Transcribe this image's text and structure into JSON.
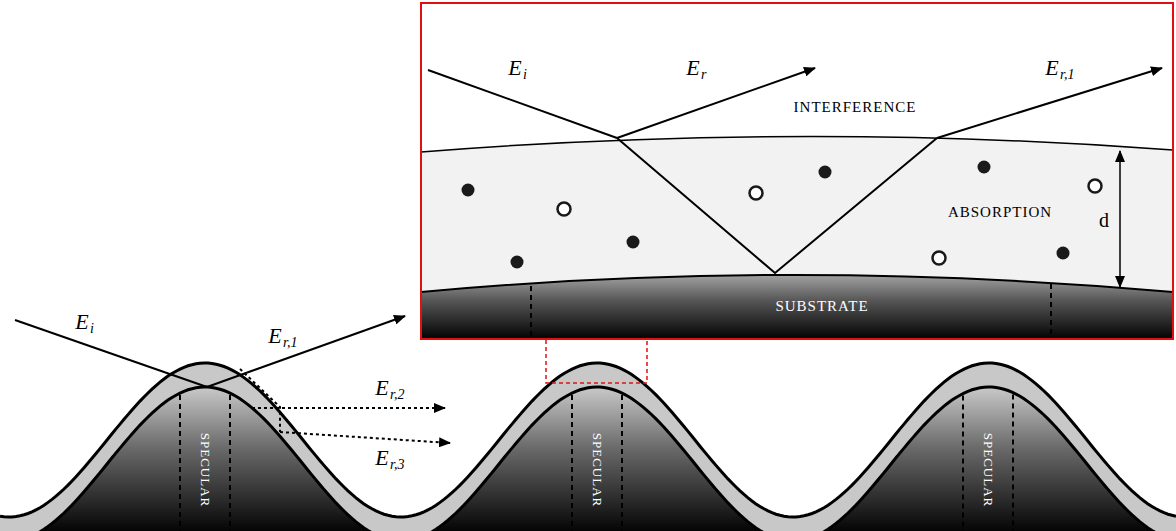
{
  "diagram": {
    "nodes": [
      {
        "text": [
          "ABSORPTION"
        ]
      },
      {
        "text": [
          "SUBSTRATE"
        ]
      }
    ],
    "labels": [
      "E",
      "i",
      "E",
      "r",
      "E",
      "r,1",
      "INTERFERENCE",
      "d",
      "E",
      "i",
      "E",
      "r,1",
      "E",
      "r,2",
      "E",
      "r,3",
      "SPECULAR",
      "SPECULAR",
      "SPECULAR"
    ]
  }
}
